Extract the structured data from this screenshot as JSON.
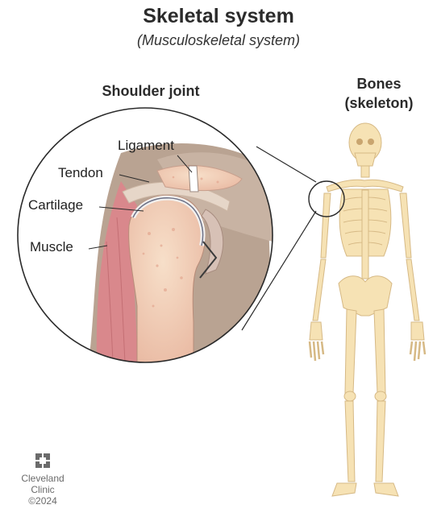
{
  "header": {
    "title": "Skeletal system",
    "subtitle": "(Musculoskeletal system)"
  },
  "shoulder": {
    "heading": "Shoulder joint",
    "labels": {
      "ligament": "Ligament",
      "tendon": "Tendon",
      "cartilage": "Cartilage",
      "muscle": "Muscle"
    }
  },
  "skeleton": {
    "heading_line1": "Bones",
    "heading_line2": "(skeleton)"
  },
  "logo": {
    "line1": "Cleveland",
    "line2": "Clinic",
    "line3": "©2024"
  },
  "colors": {
    "bone": "#f6e2b4",
    "bone_outline": "#dcc089",
    "muscle": "#d9888c",
    "tissue": "#e8c4b4",
    "outline": "#2a2a2a"
  }
}
